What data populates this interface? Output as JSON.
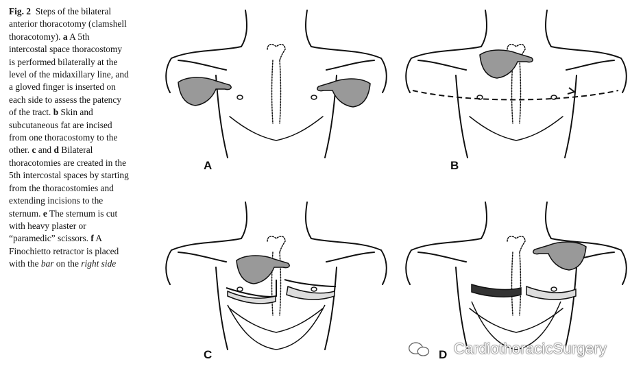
{
  "caption": {
    "lines": [
      [
        {
          "t": "Fig. 2",
          "s": "b"
        },
        {
          "t": "  Steps of the bilateral",
          "s": ""
        }
      ],
      [
        {
          "t": "anterior thoracotomy (clamshell",
          "s": ""
        }
      ],
      [
        {
          "t": "thoracotomy). ",
          "s": ""
        },
        {
          "t": "a",
          "s": "b"
        },
        {
          "t": " A 5th",
          "s": ""
        }
      ],
      [
        {
          "t": "intercostal space thoracostomy",
          "s": ""
        }
      ],
      [
        {
          "t": "is performed bilaterally at the",
          "s": ""
        }
      ],
      [
        {
          "t": "level of the midaxillary line, and",
          "s": ""
        }
      ],
      [
        {
          "t": "a gloved finger is inserted on",
          "s": ""
        }
      ],
      [
        {
          "t": "each side to assess the patency",
          "s": ""
        }
      ],
      [
        {
          "t": "of the tract. ",
          "s": ""
        },
        {
          "t": "b",
          "s": "b"
        },
        {
          "t": " Skin and",
          "s": ""
        }
      ],
      [
        {
          "t": "subcutaneous fat are incised",
          "s": ""
        }
      ],
      [
        {
          "t": "from one thoracostomy to the",
          "s": ""
        }
      ],
      [
        {
          "t": "other. ",
          "s": ""
        },
        {
          "t": "c",
          "s": "b"
        },
        {
          "t": " and ",
          "s": ""
        },
        {
          "t": "d",
          "s": "b"
        },
        {
          "t": " Bilateral",
          "s": ""
        }
      ],
      [
        {
          "t": "thoracotomies are created in the",
          "s": ""
        }
      ],
      [
        {
          "t": "5th intercostal spaces by starting",
          "s": ""
        }
      ],
      [
        {
          "t": "from the thoracostomies and",
          "s": ""
        }
      ],
      [
        {
          "t": "extending incisions to the",
          "s": ""
        }
      ],
      [
        {
          "t": "sternum. ",
          "s": ""
        },
        {
          "t": "e",
          "s": "b"
        },
        {
          "t": " The sternum is cut",
          "s": ""
        }
      ],
      [
        {
          "t": "with heavy plaster or",
          "s": ""
        }
      ],
      [
        {
          "t": "“paramedic” scissors. ",
          "s": ""
        },
        {
          "t": "f",
          "s": "b"
        },
        {
          "t": " A",
          "s": ""
        }
      ],
      [
        {
          "t": "Finochietto retractor is placed",
          "s": ""
        }
      ],
      [
        {
          "t": "with the ",
          "s": ""
        },
        {
          "t": "bar",
          "s": "i"
        },
        {
          "t": " on the ",
          "s": ""
        },
        {
          "t": "right side",
          "s": "i"
        }
      ]
    ]
  },
  "panels": {
    "a": {
      "label": "A"
    },
    "b": {
      "label": "B"
    },
    "c": {
      "label": "C"
    },
    "d": {
      "label": "D"
    }
  },
  "watermark": {
    "text": "CardiothoracicSurgery",
    "icon": "wechat-icon"
  }
}
